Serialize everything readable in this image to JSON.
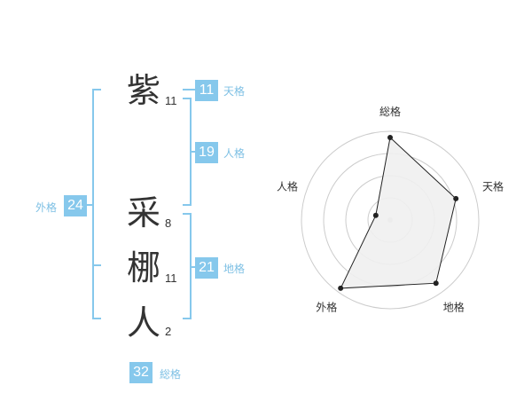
{
  "name": {
    "chars": [
      {
        "char": "紫",
        "strokes": "11"
      },
      {
        "char": "采",
        "strokes": "8"
      },
      {
        "char": "梛",
        "strokes": "11"
      },
      {
        "char": "人",
        "strokes": "2"
      }
    ]
  },
  "fortunes": {
    "tenkaku": {
      "value": "11",
      "label": "天格"
    },
    "jinkaku": {
      "value": "19",
      "label": "人格"
    },
    "chikaku": {
      "value": "21",
      "label": "地格"
    },
    "gaikaku": {
      "value": "24",
      "label": "外格"
    },
    "soukaku": {
      "value": "32",
      "label": "総格"
    }
  },
  "colors": {
    "accent": "#86c8ec",
    "label_text": "#7ec0e4",
    "kanji_text": "#333333",
    "radar_line": "#222222",
    "radar_fill": "#f0f0f0",
    "grid": "#cccccc"
  },
  "chart_data": {
    "type": "radar",
    "axes": [
      "総格",
      "天格",
      "地格",
      "外格",
      "人格"
    ],
    "values": [
      0.93,
      0.78,
      0.88,
      0.95,
      0.17
    ],
    "max": 1,
    "rings": 4,
    "grid": true
  }
}
